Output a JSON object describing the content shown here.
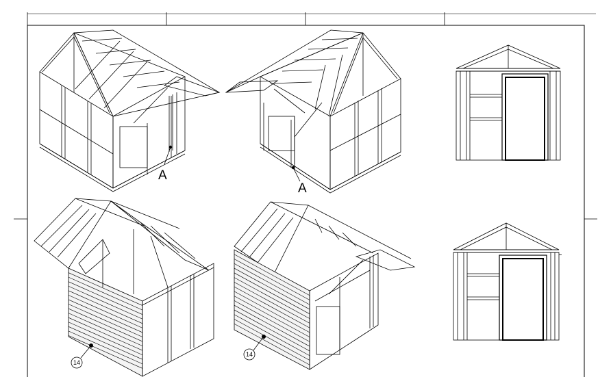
{
  "drawing": {
    "callouts": [
      {
        "id": "A",
        "text": "A"
      },
      {
        "id": "A",
        "text": "A"
      }
    ],
    "part_numbers": [
      {
        "text": "14"
      },
      {
        "text": "14"
      }
    ],
    "views": [
      "iso-frame-left",
      "iso-frame-right",
      "front-elevation-frame",
      "iso-clad-left",
      "iso-clad-right",
      "front-elevation-clad"
    ]
  }
}
